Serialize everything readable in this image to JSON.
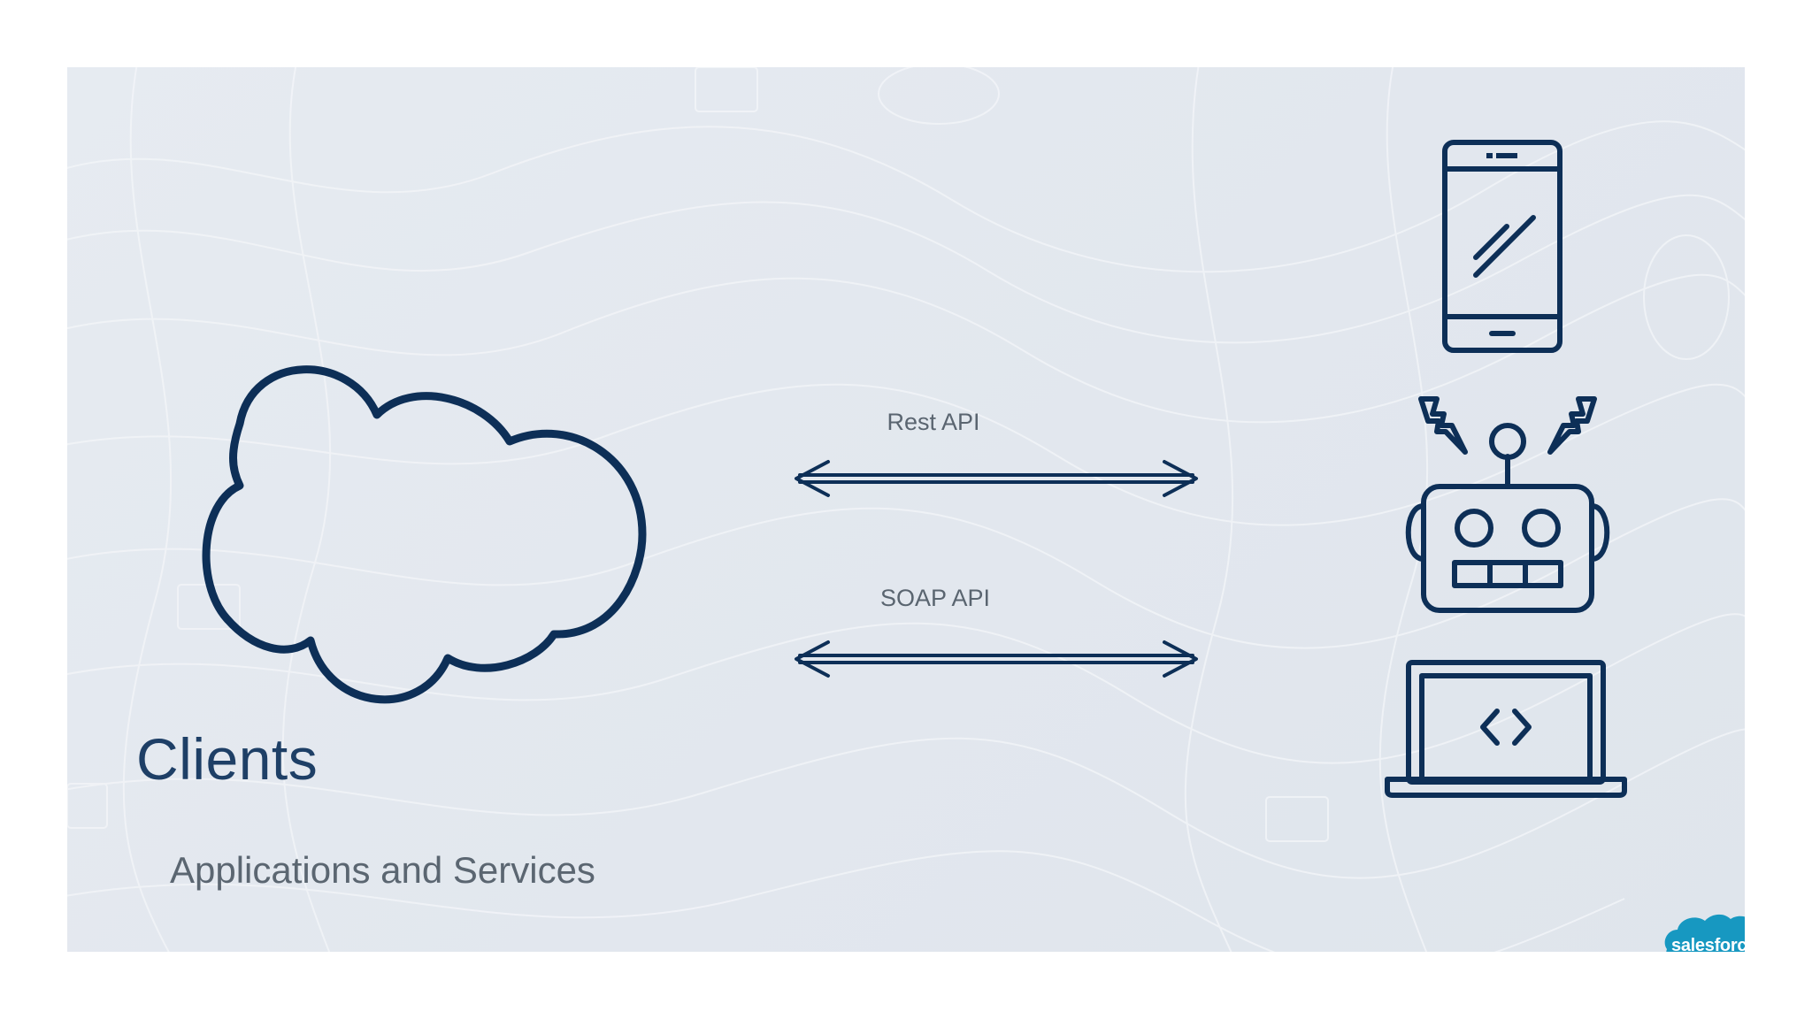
{
  "diagram": {
    "heading": "Clients",
    "subheading": "Applications and Services",
    "connections": [
      {
        "label": "Rest API",
        "from": "cloud",
        "to": "clients",
        "direction": "bidirectional"
      },
      {
        "label": "SOAP API",
        "from": "cloud",
        "to": "clients",
        "direction": "bidirectional"
      }
    ],
    "nodes": {
      "cloud": {
        "icon": "cloud-icon"
      },
      "clients": [
        {
          "icon": "smartphone-icon"
        },
        {
          "icon": "robot-icon"
        },
        {
          "icon": "laptop-code-icon"
        }
      ]
    }
  },
  "branding": {
    "logo_text": "salesforce",
    "logo_color": "#1798c1"
  },
  "colors": {
    "icon_stroke": "#0d2f57",
    "text_muted": "#5a6570",
    "heading": "#1e3f66",
    "background": "#e4e9ef"
  }
}
